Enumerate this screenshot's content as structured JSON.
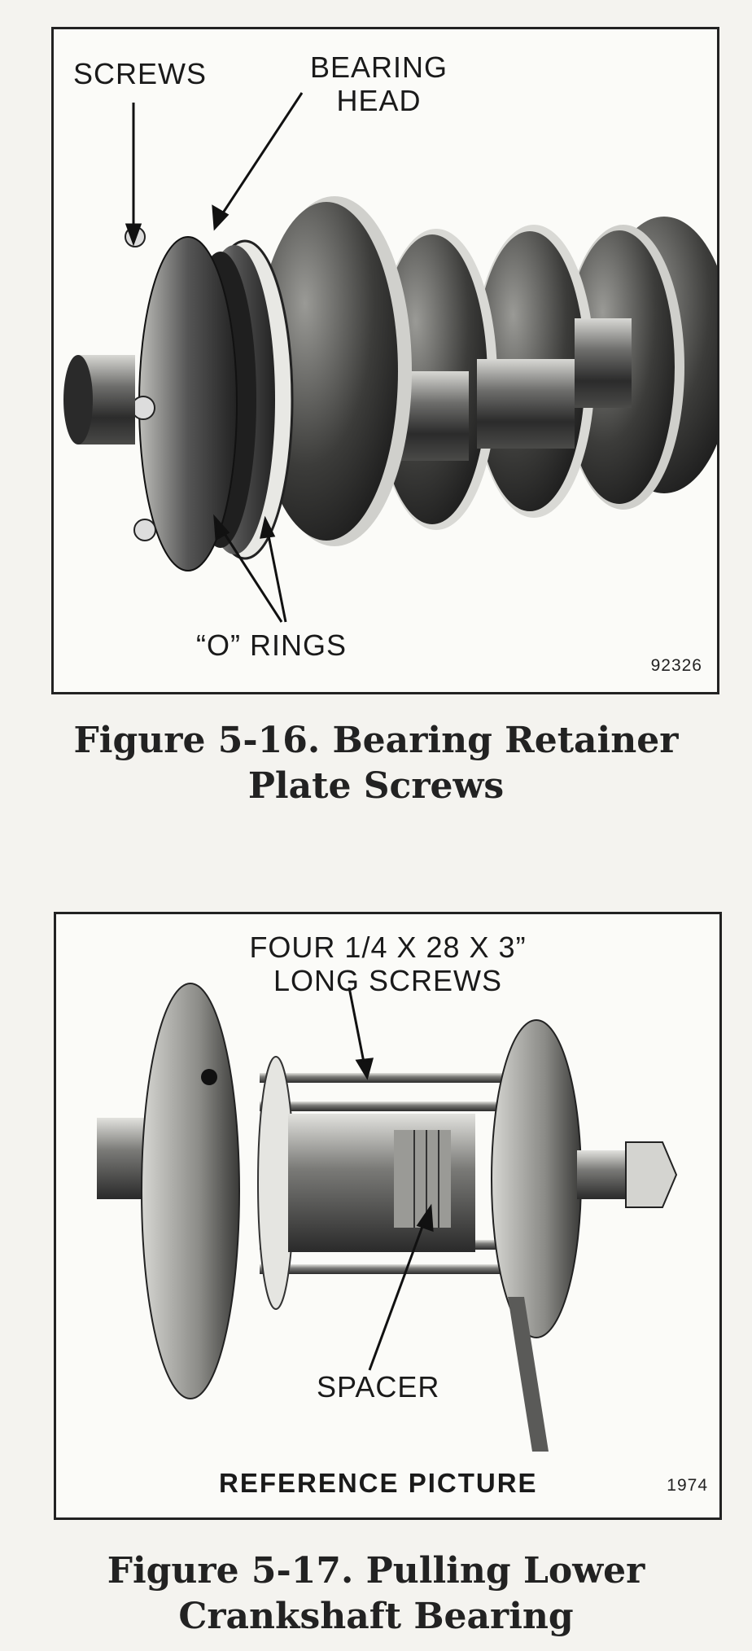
{
  "figure_1": {
    "callouts": {
      "screws": "SCREWS",
      "bearing_head_line1": "BEARING",
      "bearing_head_line2": "HEAD",
      "o_rings": "“O” RINGS"
    },
    "photo_number": "92326",
    "caption_line1": "Figure 5-16.  Bearing Retainer",
    "caption_line2": "Plate Screws"
  },
  "figure_2": {
    "callouts": {
      "screws_line1": "FOUR 1/4 X 28 X 3”",
      "screws_line2": "LONG SCREWS",
      "spacer": "SPACER"
    },
    "reference_label": "REFERENCE PICTURE",
    "photo_number": "1974",
    "caption_line1": "Figure 5-17.  Pulling Lower",
    "caption_line2": "Crankshaft Bearing"
  }
}
